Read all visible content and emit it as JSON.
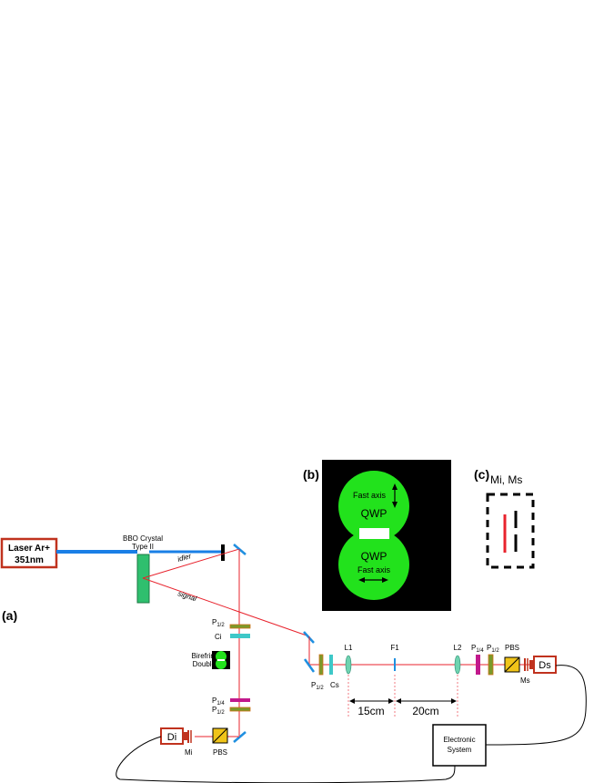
{
  "panels": {
    "a": "(a)",
    "b": "(b)",
    "c": "(c)"
  },
  "laser": {
    "line1": "Laser Ar+",
    "line2": "351nm"
  },
  "crystal": {
    "line1": "BBO Crystal",
    "line2": "Type II"
  },
  "beams": {
    "idler": "idler",
    "signal": "signal"
  },
  "idler_arm": {
    "p12_main": "P",
    "p12_sub": "1/2",
    "ci": "Ci",
    "slit_line1": "Birefringent",
    "slit_line2": "Double Slit",
    "p14_main": "P",
    "p14_sub": "1/4",
    "p12b_main": "P",
    "p12b_sub": "1/2",
    "pbs": "PBS",
    "detector": "Di",
    "mirror": "Mi"
  },
  "signal_arm": {
    "p12_main": "P",
    "p12_sub": "1/2",
    "cs": "Cs",
    "l1": "L1",
    "f1": "F1",
    "l2": "L2",
    "dist1": "15cm",
    "dist2": "20cm",
    "p14_main": "P",
    "p14_sub": "1/4",
    "p12b_main": "P",
    "p12b_sub": "1/2",
    "pbs": "PBS",
    "detector": "Ds",
    "mirror": "Ms"
  },
  "electronics": {
    "line1": "Electronic",
    "line2": "System"
  },
  "inset_b": {
    "fast_axis_top": "Fast axis",
    "qwp_top": "QWP",
    "qwp_bottom": "QWP",
    "fast_axis_bottom": "Fast axis"
  },
  "inset_c": {
    "label": "Mi, Ms"
  },
  "colors": {
    "laser_beam": "#1a7fe6",
    "sp_beam": "#e8232d",
    "crystal": "#2fbf6e",
    "plate_half": "#7a9a2a",
    "plate_quarter": "#c2198c",
    "compensator": "#3ec8c8",
    "lens": "#6fd3b0",
    "mirror": "#1f8fe0",
    "qwp_green": "#22e21c",
    "pbs": "#f0c419",
    "detector_border": "#c0321e"
  }
}
